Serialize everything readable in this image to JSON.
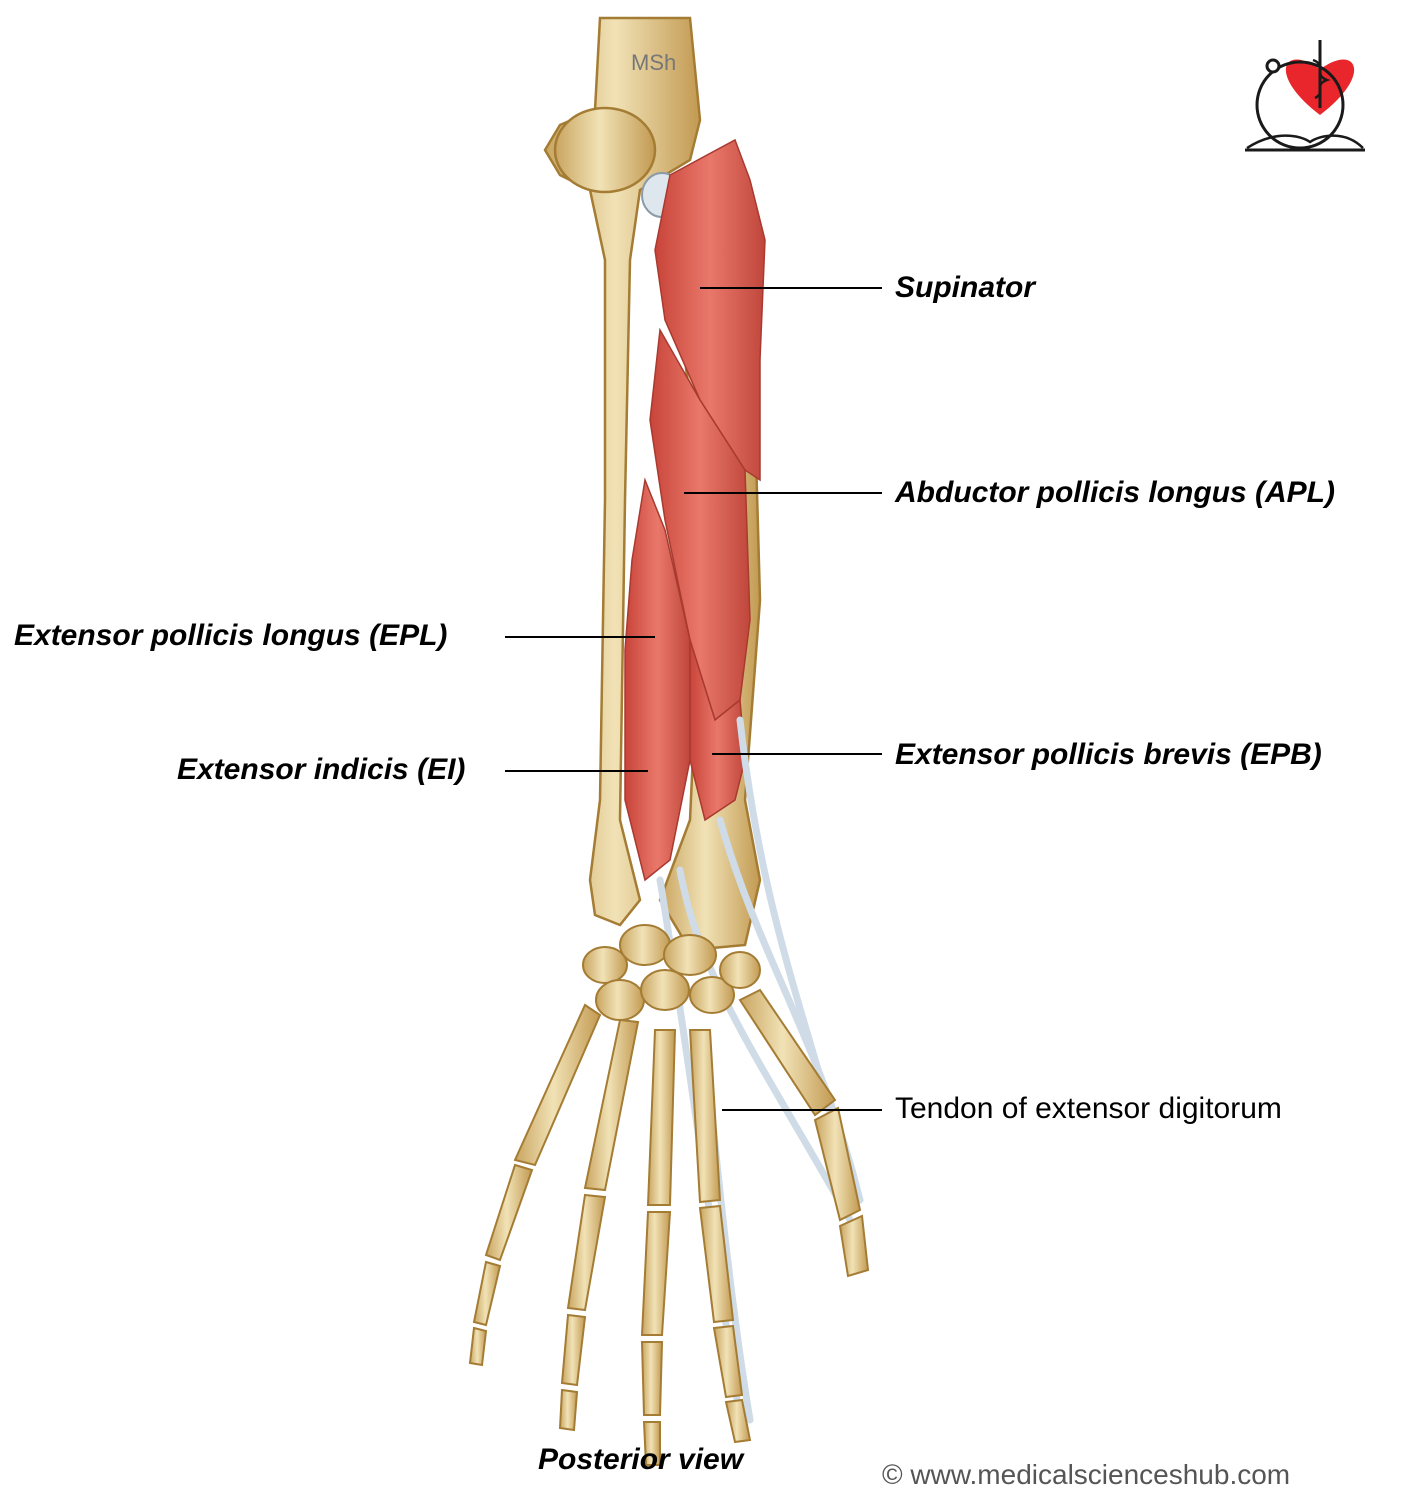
{
  "watermark": "MSh",
  "logo": {
    "name": "medical-sciences-hub-logo",
    "colors": {
      "heart": "#e8262b",
      "ink": "#1a1a1a"
    }
  },
  "labels": {
    "supinator": "Supinator",
    "apl": "Abductor pollicis longus (APL)",
    "epl": "Extensor pollicis longus (EPL)",
    "ei": "Extensor indicis (EI)",
    "epb": "Extensor pollicis brevis (EPB)",
    "ed_tendon": "Tendon of extensor digitorum"
  },
  "caption": "Posterior view",
  "copyright": "© www.medicalscienceshub.com",
  "colors": {
    "bone": "#e9d7a4",
    "bone_outline": "#b48a3c",
    "muscle": "#d8584c",
    "tendon": "#dde6ee"
  }
}
